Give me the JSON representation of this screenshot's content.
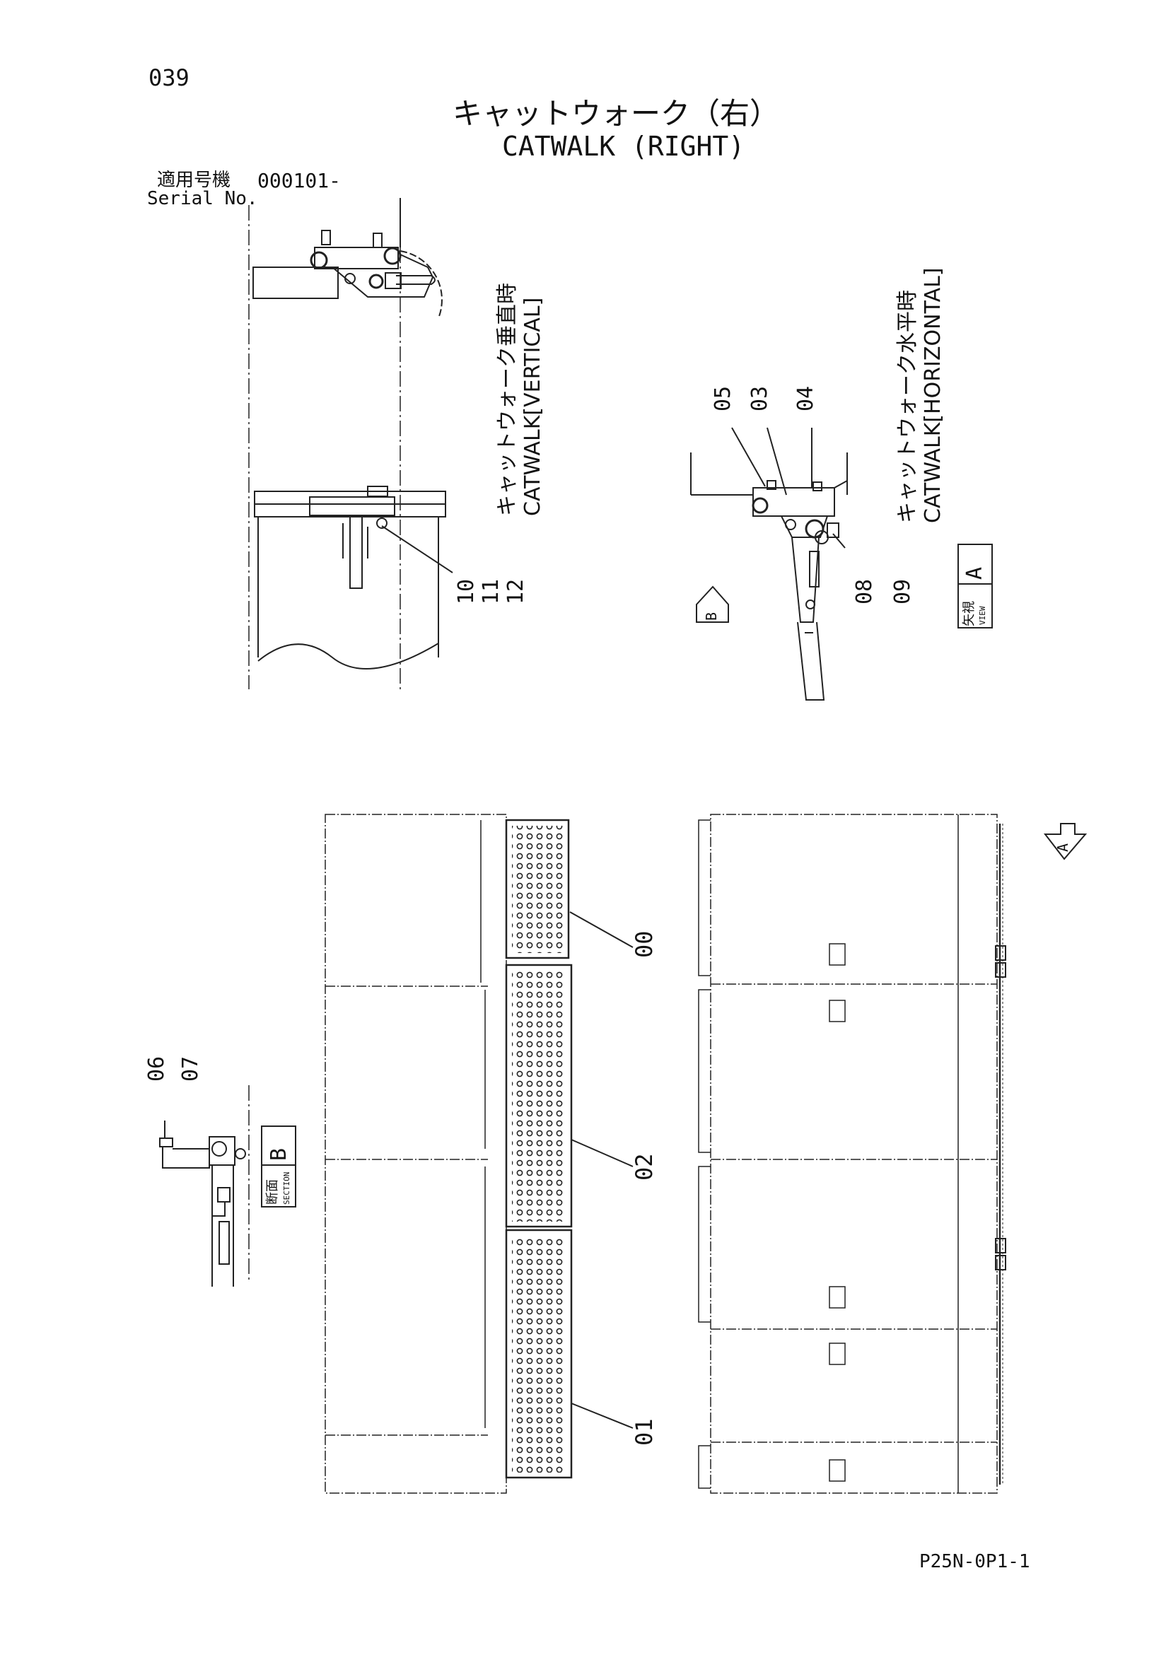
{
  "page_number": "039",
  "title_jp": "キャットウォーク（右）",
  "title_en": "CATWALK (RIGHT)",
  "serial": {
    "label_jp": "適用号機",
    "label_en": "Serial No.",
    "value": "000101-"
  },
  "views": {
    "vertical_label": "キャットウォーク垂直時 CATWALK[VERTICAL]",
    "horizontal_label": "キャットウォーク水平時 CATWALK[HORIZONTAL]",
    "view_a": {
      "jp": "矢視",
      "en": "VIEW",
      "letter": "A"
    },
    "section_b": {
      "jp": "断面",
      "en": "SECTION",
      "letter": "B"
    },
    "arrow_b_letter": "B",
    "arrow_a_letter": "A"
  },
  "callouts": {
    "c10_12": [
      "10",
      "11",
      "12"
    ],
    "c05": "05",
    "c03": "03",
    "c04": "04",
    "c08_09": [
      "08",
      "09"
    ],
    "c06_07": [
      "06",
      "07"
    ],
    "c00": "00",
    "c02": "02",
    "c01": "01"
  },
  "doc_code": "P25N-0P1-1"
}
